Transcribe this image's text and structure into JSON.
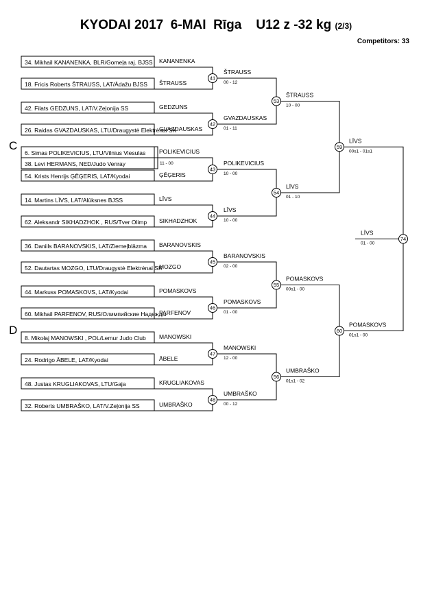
{
  "header": {
    "title": "KYODAI 2017  6-MAI  Rīga    U12 z -32 kg",
    "page": "(2/3)",
    "competitors": "Competitors: 33"
  },
  "pools": [
    "C",
    "D"
  ],
  "entries": [
    "34. Mikhail KANANENKA, BLR/Gomeļa raj. BJSS",
    "18. Fricis Roberts ŠTRAUSS, LAT/Ādažu BJSS",
    "42. Filats GEDZUNS, LAT/V.Zeļonija SS",
    "26. Raidas GVAZDAUSKAS, LTU/Draugystė Elektrėnai SK",
    "6. Simas POLIKEVICIUS, LTU/Vilnius Viesulas",
    "38. Levi HERMANS, NED/Judo Venray",
    "54. Krists Henrijs ĢĒĢERIS, LAT/Kyodai",
    "14. Martins LĪVS, LAT/Alūksnes BJSS",
    "62. Aleksandr SIKHADZHOK , RUS/Tver Olimp",
    "36. Daniils BARANOVSKIS, LAT/Ziemeļblāzma",
    "52. Dautartas MOZGO, LTU/Draugystė Elektrėnai SK",
    "44. Markuss POMASKOVS, LAT/Kyodai",
    "60. Mikhail PARFENOV, RUS/Олимпийские Надежды",
    "8. Mikołaj MANOWSKI , POL/Lemur Judo Club",
    "24. Rodrigo ĀBELE, LAT/Kyodai",
    "48. Justas KRUGLIAKOVAS, LTU/Gaja",
    "32. Roberts UMBRAŠKO, LAT/V.Zeļonija SS"
  ],
  "first_round": {
    "name": "POLIKEVICIUS",
    "score": "11 - 00"
  },
  "round1_labels": [
    "KANANENKA",
    "ŠTRAUSS",
    "GEDZUNS",
    "GVAZDAUSKAS",
    "POLIKEVICIUS",
    "ĢĒĢERIS",
    "LĪVS",
    "SIKHADZHOK",
    "BARANOVSKIS",
    "MOZGO",
    "POMASKOVS",
    "PARFENOV",
    "MANOWSKI",
    "ĀBELE",
    "KRUGLIAKOVAS",
    "UMBRAŠKO"
  ],
  "matches": [
    {
      "no": "41",
      "winner": "ŠTRAUSS",
      "score": "00 - 12"
    },
    {
      "no": "42",
      "winner": "GVAZDAUSKAS",
      "score": "01 - 11"
    },
    {
      "no": "43",
      "winner": "POLIKEVICIUS",
      "score": "10 - 00"
    },
    {
      "no": "44",
      "winner": "LĪVS",
      "score": "10 - 00"
    },
    {
      "no": "45",
      "winner": "BARANOVSKIS",
      "score": "02 - 00"
    },
    {
      "no": "46",
      "winner": "POMASKOVS",
      "score": "01 - 00"
    },
    {
      "no": "47",
      "winner": "MANOWSKI",
      "score": "12 - 00"
    },
    {
      "no": "48",
      "winner": "UMBRAŠKO",
      "score": "00 - 12"
    },
    {
      "no": "53",
      "winner": "ŠTRAUSS",
      "score": "10 - 00"
    },
    {
      "no": "54",
      "winner": "LĪVS",
      "score": "01 - 10"
    },
    {
      "no": "55",
      "winner": "POMASKOVS",
      "score": "00s1 - 00"
    },
    {
      "no": "56",
      "winner": "UMBRAŠKO",
      "score": "01s1 - 02"
    },
    {
      "no": "59",
      "winner": "LĪVS",
      "score": "00s1 - 01s1"
    },
    {
      "no": "60",
      "winner": "POMASKOVS",
      "score": "01s1 - 00"
    },
    {
      "no": "74",
      "winner": "LĪVS",
      "score": "01 - 00"
    }
  ]
}
